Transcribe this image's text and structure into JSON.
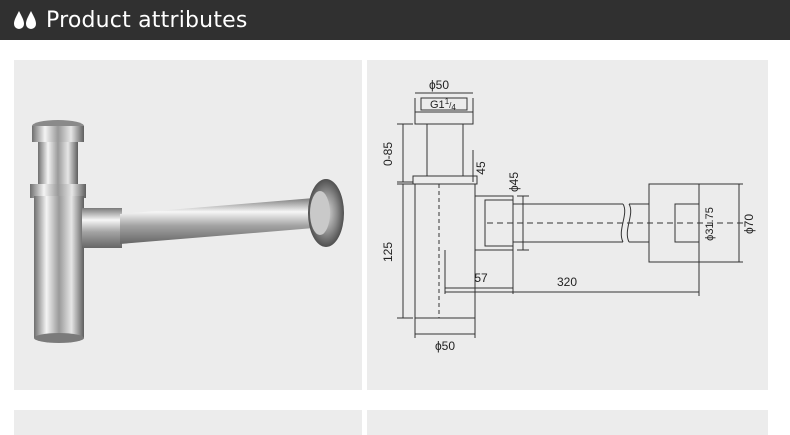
{
  "header": {
    "icon": "water-drops-icon",
    "title": "Product attributes"
  },
  "drawing": {
    "dims": {
      "top_diameter": "ϕ50",
      "thread": "G1",
      "thread_frac_num": "1",
      "thread_frac_den": "4",
      "height_adjust": "0-85",
      "dim_45": "45",
      "dim_phi45": "ϕ45",
      "dim_125": "125",
      "dim_57": "57",
      "dim_320": "320",
      "dim_phi3175": "ϕ31.75",
      "dim_phi70": "ϕ70",
      "bottom_diameter": "ϕ50"
    }
  },
  "colors": {
    "header_bg": "#303030",
    "panel_bg": "#ececec",
    "line": "#333333"
  }
}
